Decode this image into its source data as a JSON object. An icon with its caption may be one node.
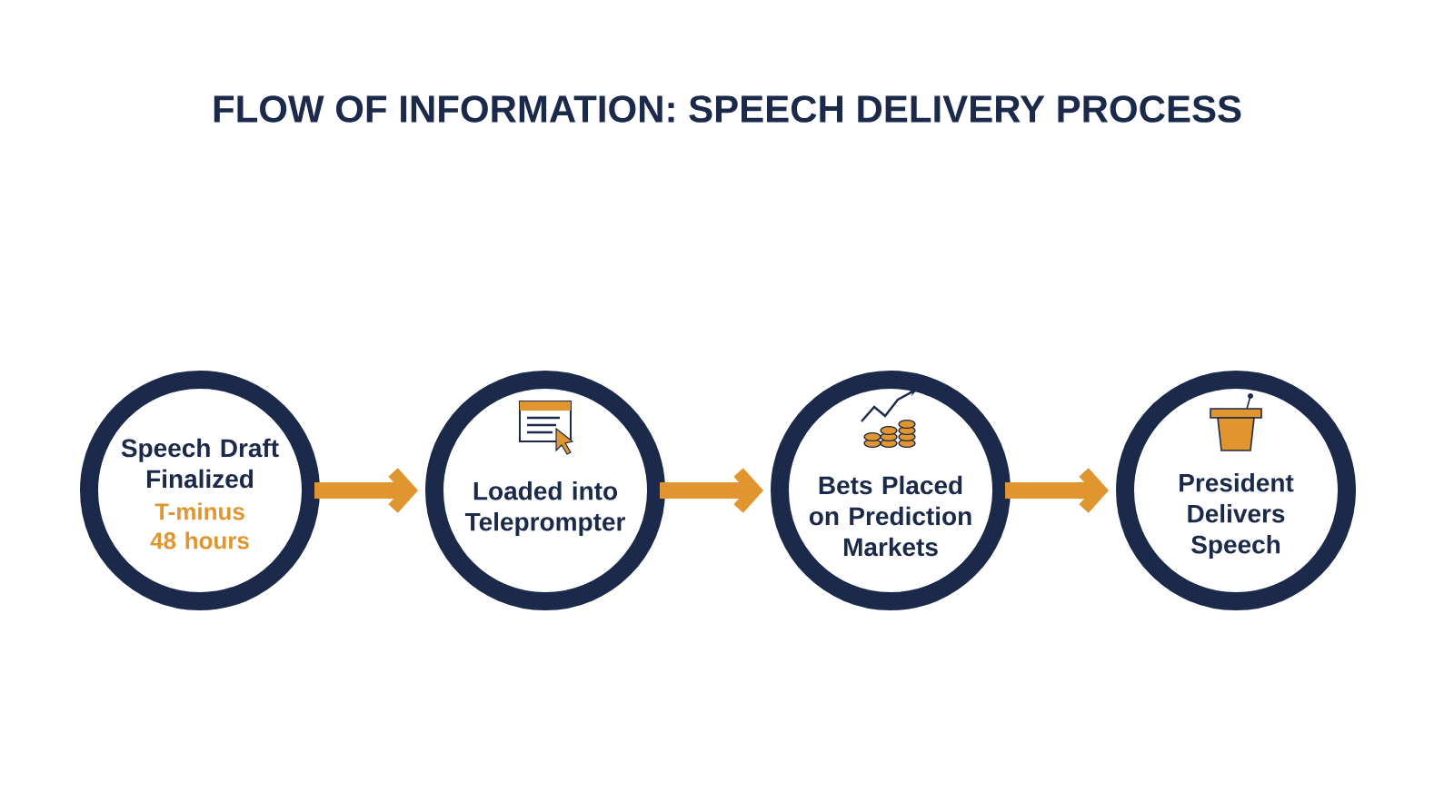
{
  "diagram": {
    "title": "FLOW OF INFORMATION: SPEECH DELIVERY PROCESS",
    "nodes": [
      {
        "text": [
          "Speech Draft Finalized",
          "T-minus 48 hours"
        ]
      },
      {
        "text": [
          "Loaded into Teleprompter"
        ]
      },
      {
        "text": [
          "Bets Placed on Prediction Markets"
        ]
      },
      {
        "text": [
          "President Delivers Speech"
        ]
      }
    ],
    "edges": [
      {
        "from": 0,
        "to": 1,
        "arrow": "to"
      },
      {
        "from": 1,
        "to": 2,
        "arrow": "to"
      },
      {
        "from": 2,
        "to": 3,
        "arrow": "to"
      }
    ]
  }
}
